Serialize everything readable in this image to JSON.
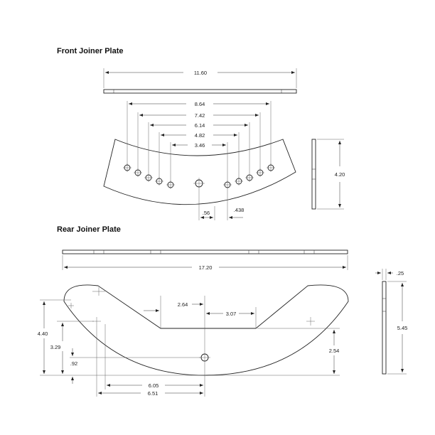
{
  "front": {
    "title": "Front Joiner Plate",
    "overall_width": "11.60",
    "hole_spans": [
      "8.64",
      "7.42",
      "6.14",
      "4.82",
      "3.46"
    ],
    "height": "4.20",
    "hole_offset": ".56",
    "hole_spacing": ".438"
  },
  "rear": {
    "title": "Rear Joiner Plate",
    "overall_width": "17.20",
    "thickness": ".25",
    "side_height": "5.45",
    "height": "4.40",
    "slot_height": "3.29",
    "hole_offset_small": ".92",
    "notch_left": "2.64",
    "notch_right": "3.07",
    "center_height": "2.54",
    "slot_to_center": "6.05",
    "end_to_center": "6.51"
  }
}
